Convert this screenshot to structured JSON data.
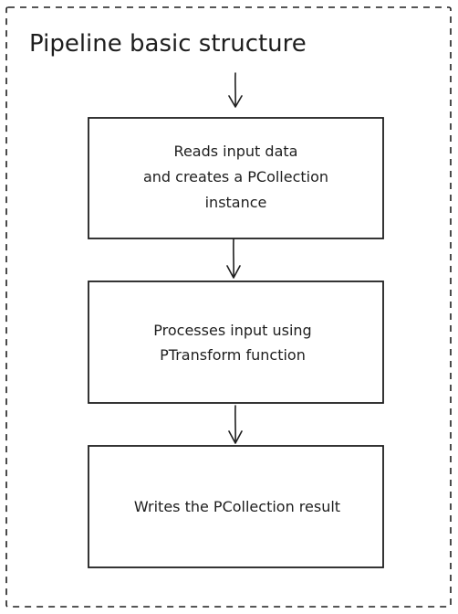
{
  "title": "Pipeline basic structure",
  "steps": [
    {
      "lines": [
        "Reads input data",
        "and creates a PCollection",
        "instance"
      ]
    },
    {
      "lines": [
        "Processes input using",
        "PTransform function"
      ]
    },
    {
      "lines": [
        "Writes the PCollection result"
      ]
    }
  ]
}
